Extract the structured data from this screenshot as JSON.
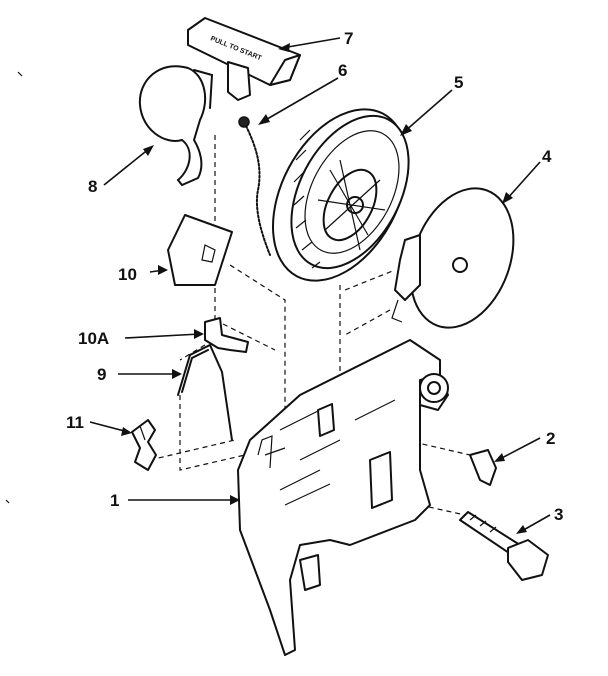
{
  "callouts": [
    {
      "id": "7",
      "label": "7"
    },
    {
      "id": "6",
      "label": "6"
    },
    {
      "id": "5",
      "label": "5"
    },
    {
      "id": "4",
      "label": "4"
    },
    {
      "id": "8",
      "label": "8"
    },
    {
      "id": "10",
      "label": "10"
    },
    {
      "id": "10A",
      "label": "10A"
    },
    {
      "id": "9",
      "label": "9"
    },
    {
      "id": "11",
      "label": "11"
    },
    {
      "id": "1",
      "label": "1"
    },
    {
      "id": "2",
      "label": "2"
    },
    {
      "id": "3",
      "label": "3"
    }
  ],
  "handle_text": "PULL TO START"
}
